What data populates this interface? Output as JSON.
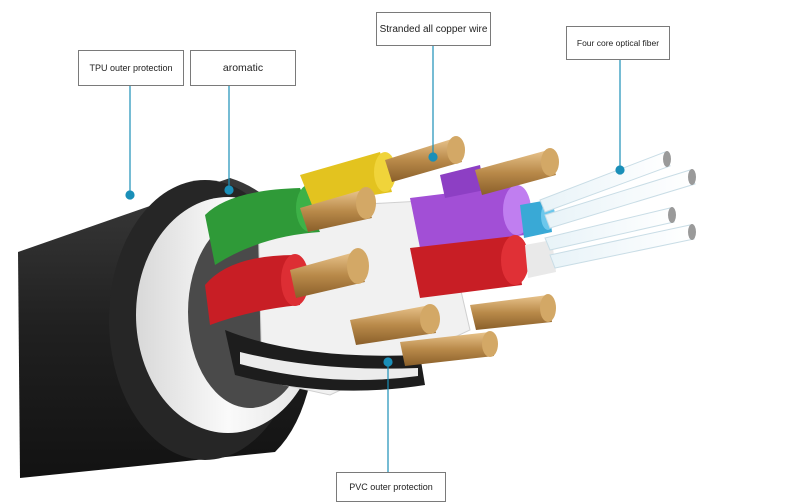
{
  "labels": {
    "tpu": "TPU outer protection",
    "aromatic": "aromatic",
    "copper": "Stranded all copper wire",
    "fiber": "Four core optical fiber",
    "pvc": "PVC outer protection"
  },
  "colors": {
    "leader": "#1a8fb8",
    "jacket": "#1f1f1f",
    "copper": "#c9a063",
    "green": "#2f9a38",
    "yellow": "#e3c31f",
    "red": "#c81e25",
    "purple": "#a24fd6",
    "blue": "#39a9d6"
  }
}
